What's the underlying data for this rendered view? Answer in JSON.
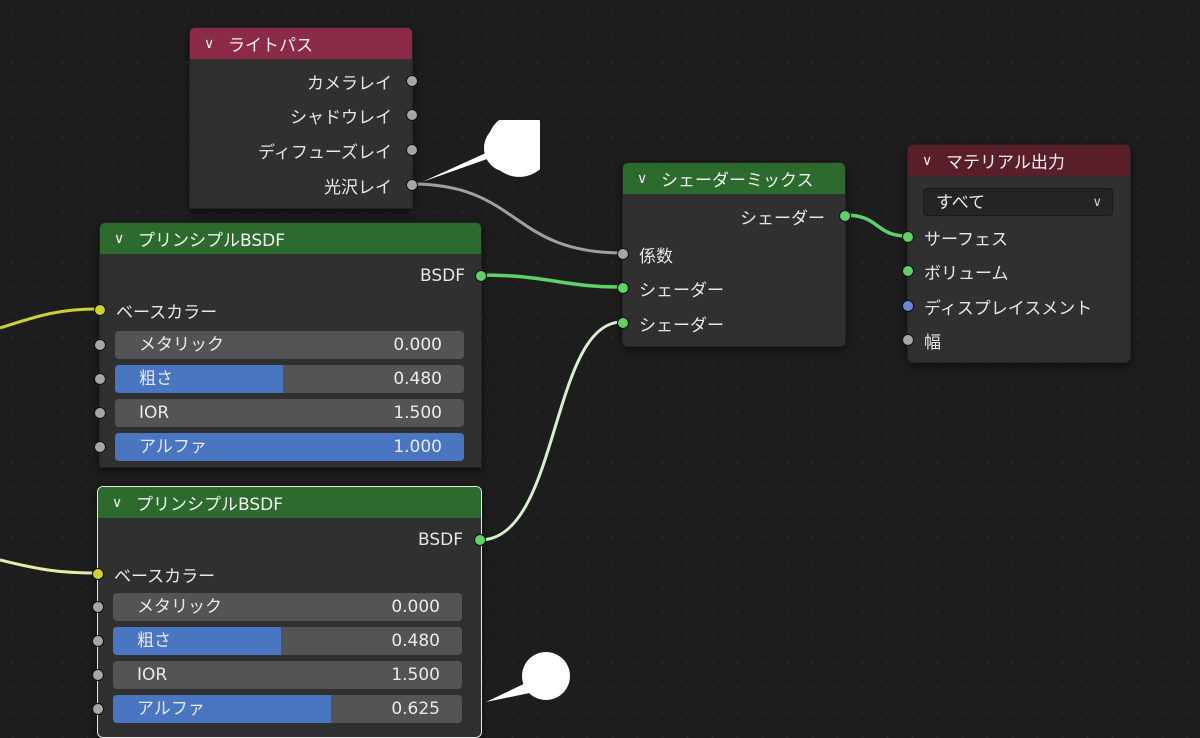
{
  "nodes": {
    "light_path": {
      "title": "ライトパス",
      "outputs": [
        "カメラレイ",
        "シャドウレイ",
        "ディフューズレイ",
        "光沢レイ"
      ]
    },
    "mix_shader": {
      "title": "シェーダーミックス",
      "output": "シェーダー",
      "inputs": [
        "係数",
        "シェーダー",
        "シェーダー"
      ]
    },
    "material_output": {
      "title": "マテリアル出力",
      "target": "すべて",
      "inputs": [
        "サーフェス",
        "ボリューム",
        "ディスプレイスメント",
        "幅"
      ]
    },
    "bsdf_1": {
      "title": "プリンシプルBSDF",
      "output": "BSDF",
      "base_color": "ベースカラー",
      "fields": [
        {
          "label": "メタリック",
          "value": "0.000",
          "fraction": 0.0
        },
        {
          "label": "粗さ",
          "value": "0.480",
          "fraction": 0.48
        },
        {
          "label": "IOR",
          "value": "1.500",
          "fraction": 0.0
        },
        {
          "label": "アルファ",
          "value": "1.000",
          "fraction": 1.0
        }
      ]
    },
    "bsdf_2": {
      "title": "プリンシプルBSDF",
      "output": "BSDF",
      "base_color": "ベースカラー",
      "fields": [
        {
          "label": "メタリック",
          "value": "0.000",
          "fraction": 0.0
        },
        {
          "label": "粗さ",
          "value": "0.480",
          "fraction": 0.48
        },
        {
          "label": "IOR",
          "value": "1.500",
          "fraction": 0.0
        },
        {
          "label": "アルファ",
          "value": "0.625",
          "fraction": 0.625
        }
      ]
    }
  },
  "colors": {
    "header_input": "#8c2b48",
    "header_shader": "#2d6a2d",
    "header_output": "#5a1e2a",
    "socket_shader": "#5fd166",
    "socket_float": "#a6a6a6",
    "socket_color": "#cfcf36",
    "socket_vector": "#6b84dc",
    "slider_fill": "#4a75c0"
  },
  "icons": [
    "chevron-down-icon",
    "dropdown-arrow-icon",
    "speech-bubble-icon"
  ]
}
